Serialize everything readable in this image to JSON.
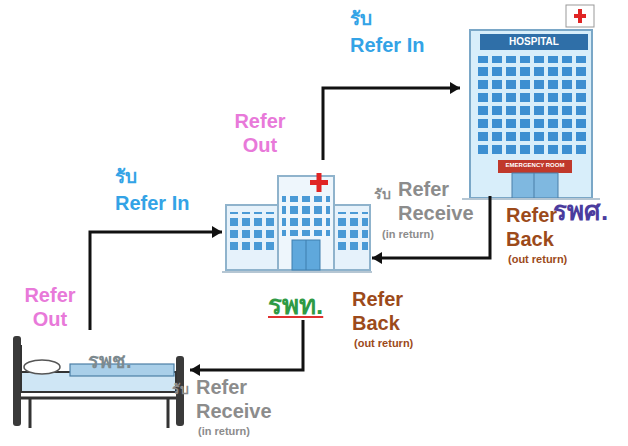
{
  "diagram": {
    "nodes": [
      {
        "text": [
          "รพศ."
        ]
      },
      {
        "text": [
          "รพท."
        ]
      },
      {
        "text": [
          "รพช."
        ]
      }
    ],
    "edges": [
      {
        "from": 2,
        "to": 1,
        "arrow": "to"
      },
      {
        "from": 1,
        "to": 0,
        "arrow": "to"
      },
      {
        "from": 0,
        "to": 1,
        "arrow": "to"
      },
      {
        "from": 1,
        "to": 2,
        "arrow": "to"
      }
    ],
    "labels": [
      "รับ",
      "Refer In",
      "Refer Out",
      "รับ",
      "Refer In",
      "Refer Out",
      "รับ",
      "Refer Receive",
      "(in return)",
      "Refer Back",
      "(out return)",
      "Refer Back",
      "(out return)",
      "รับ",
      "Refer Receive",
      "(in return)",
      "HOSPITAL",
      "EMERGENCY ROOM"
    ]
  }
}
